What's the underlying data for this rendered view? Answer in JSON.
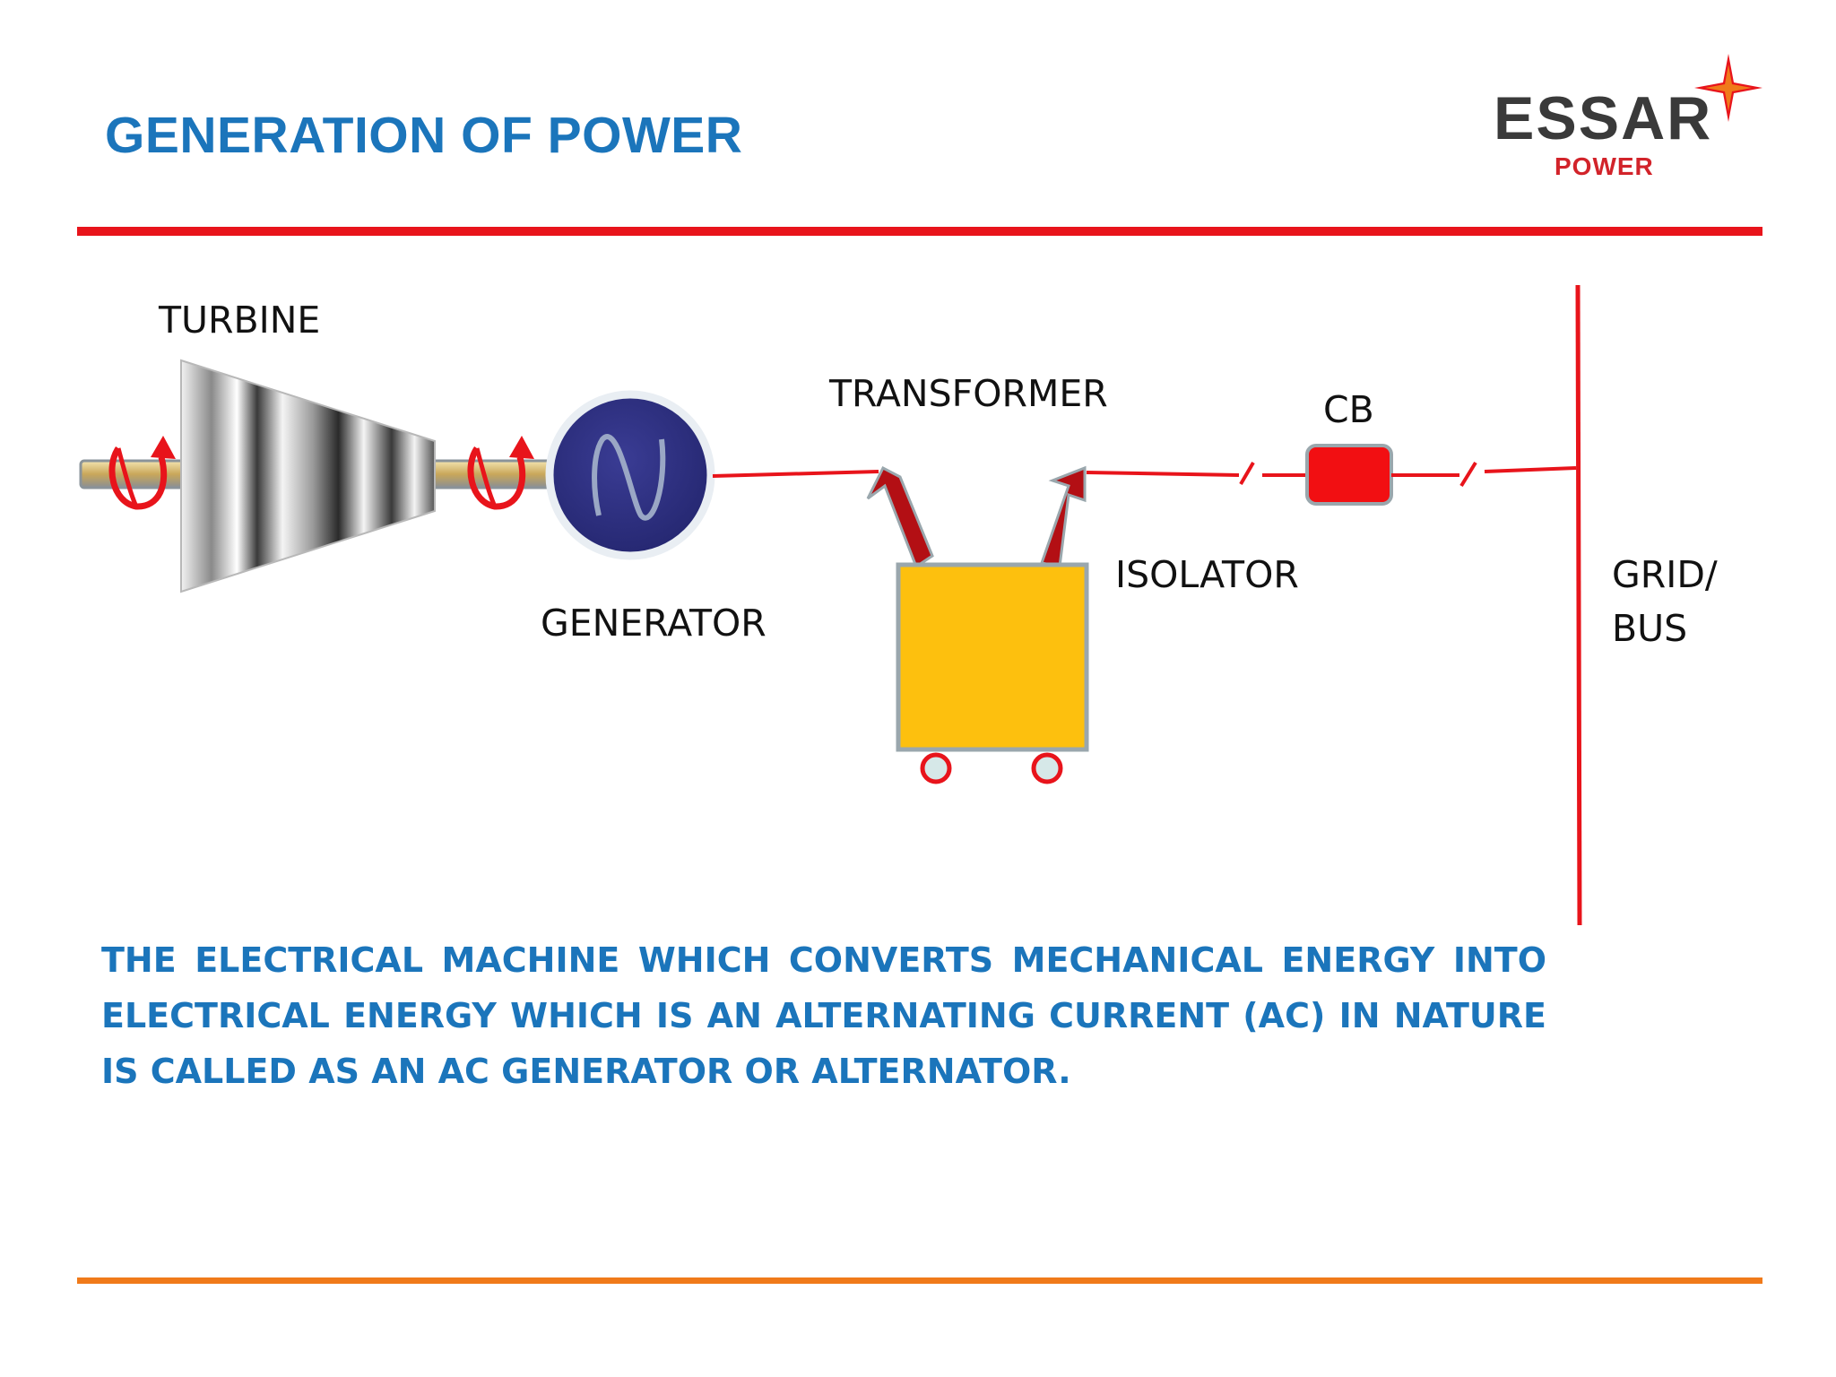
{
  "slide": {
    "title": "GENERATION OF POWER",
    "logo": {
      "name": "ESSAR",
      "sub": "POWER",
      "icon": "star-plus-icon"
    },
    "colors": {
      "title": "#1b75bb",
      "accent_red": "#e8141b",
      "accent_orange": "#f07a1a",
      "transformer": "#fdc00e",
      "generator": "#2b2d7e"
    }
  },
  "diagram": {
    "labels": {
      "turbine": "TURBINE",
      "generator": "GENERATOR",
      "transformer": "TRANSFORMER",
      "cb": "CB",
      "isolator": "ISOLATOR",
      "grid_line1": "GRID/",
      "grid_line2": "BUS"
    },
    "icons": [
      "rotation-arrow-icon",
      "sine-wave-icon",
      "isolator-switch-icon"
    ]
  },
  "description": "THE ELECTRICAL MACHINE WHICH CONVERTS MECHANICAL ENERGY INTO ELECTRICAL ENERGY WHICH IS AN ALTERNATING CURRENT (AC) IN NATURE IS CALLED AS AN AC GENERATOR OR ALTERNATOR."
}
